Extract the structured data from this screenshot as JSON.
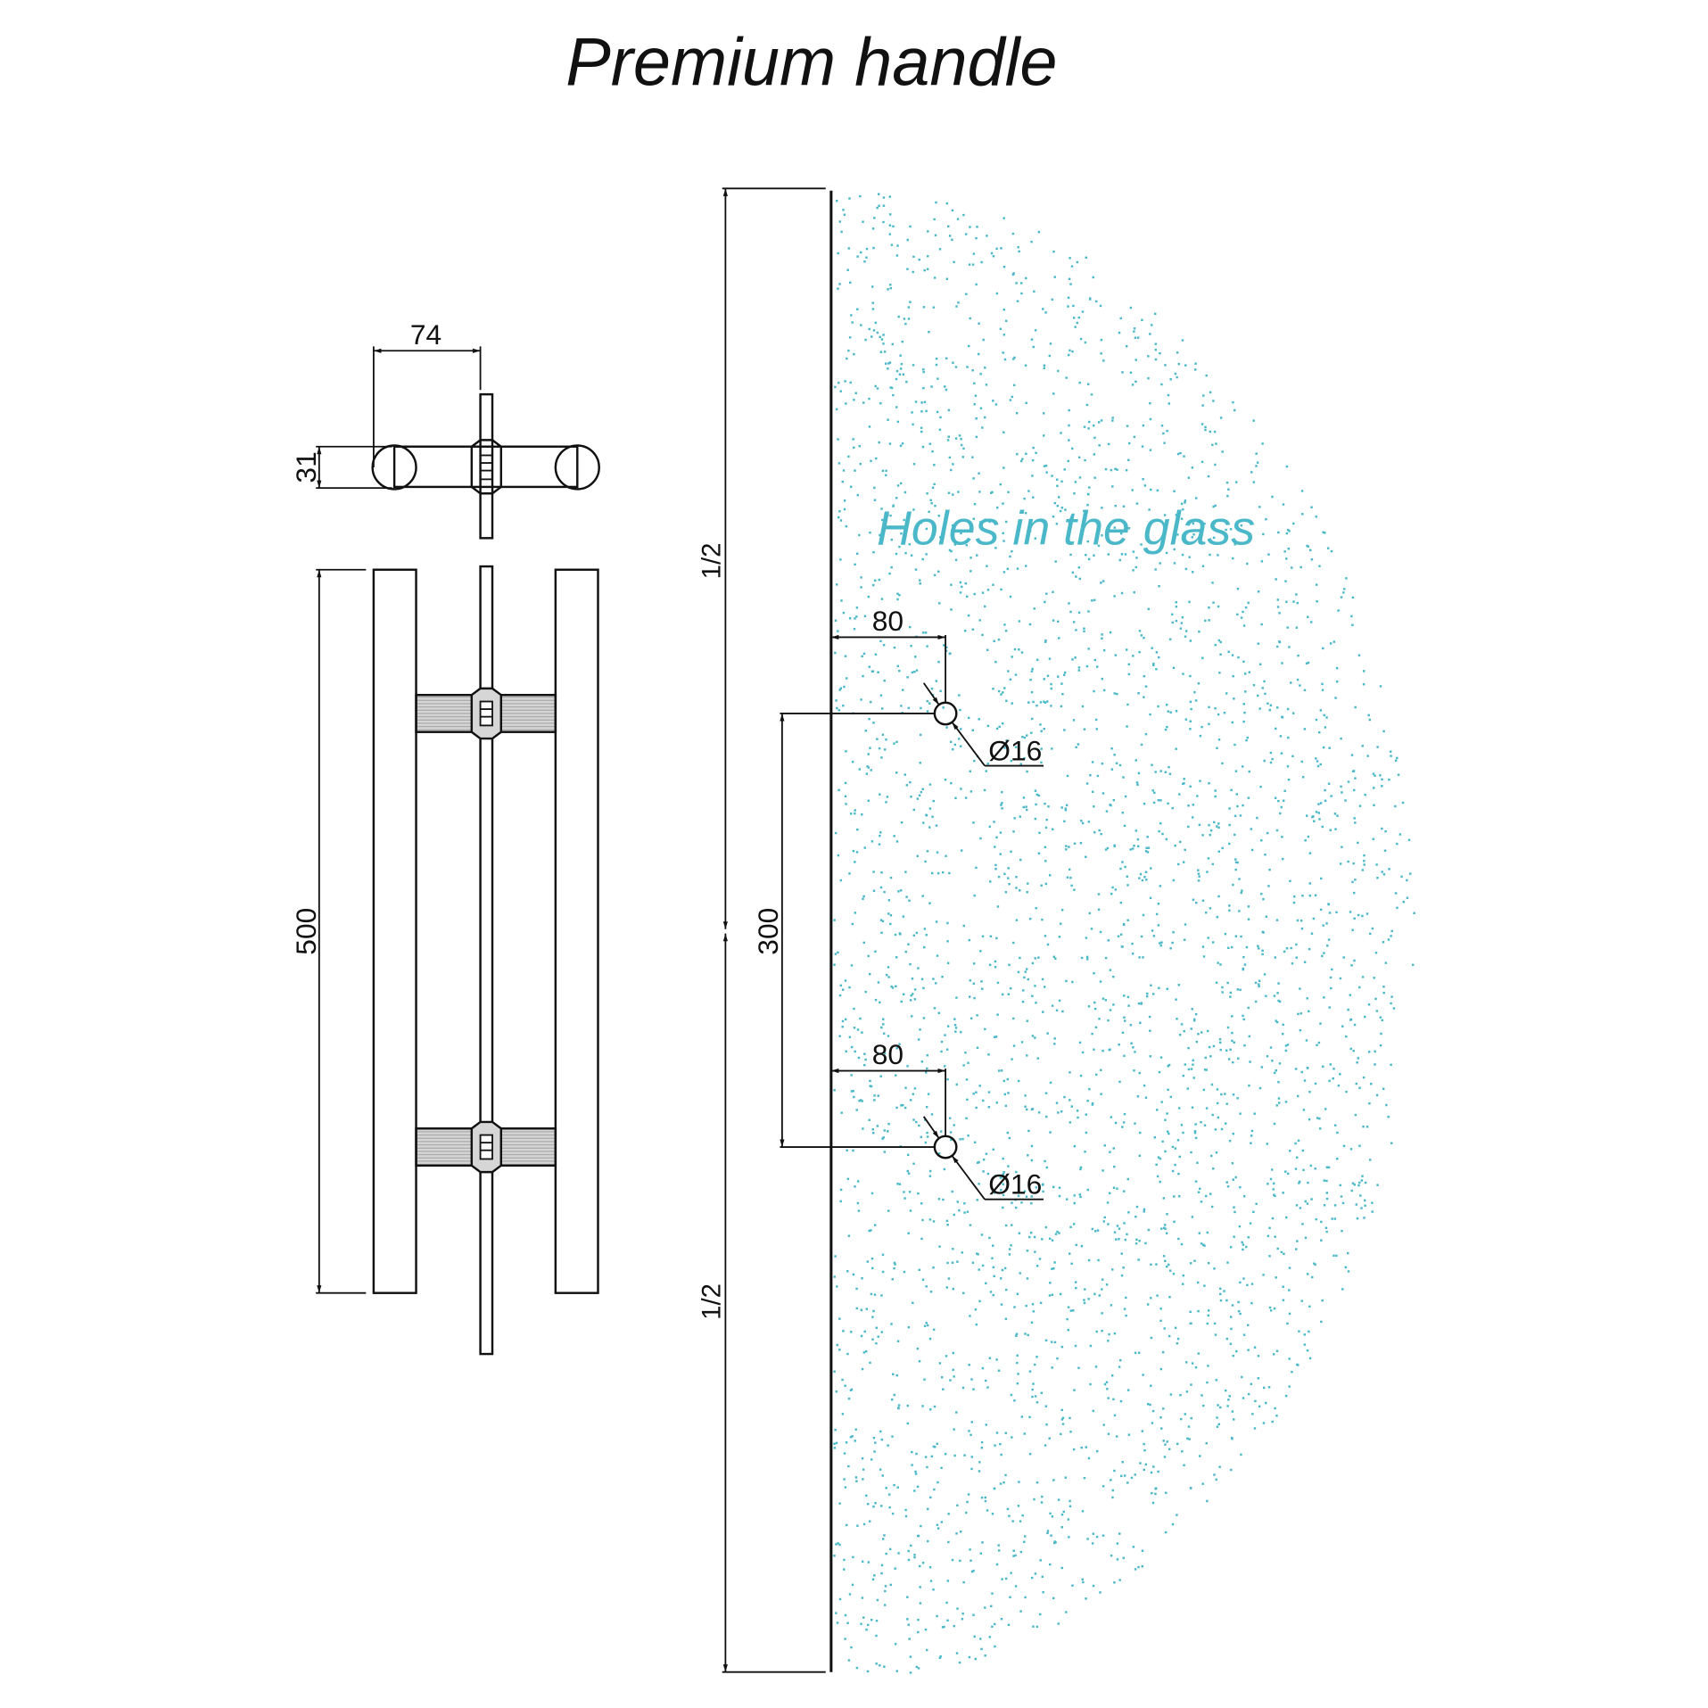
{
  "title": "Premium handle",
  "glass_label": "Holes in the glass",
  "colors": {
    "glass": "#4ab8c8",
    "handle": "#f5b800",
    "steel": "#c8c8c8",
    "speckle": "#4ab8c8"
  },
  "dimensions": {
    "projection": "74",
    "diameter_bar": "31",
    "length": "500",
    "hole_spacing": "300",
    "edge_offset_top": "80",
    "edge_offset_bottom": "80",
    "hole_top": "Ø16",
    "hole_bottom": "Ø16",
    "half_top": "1/2",
    "half_bottom": "1/2"
  }
}
